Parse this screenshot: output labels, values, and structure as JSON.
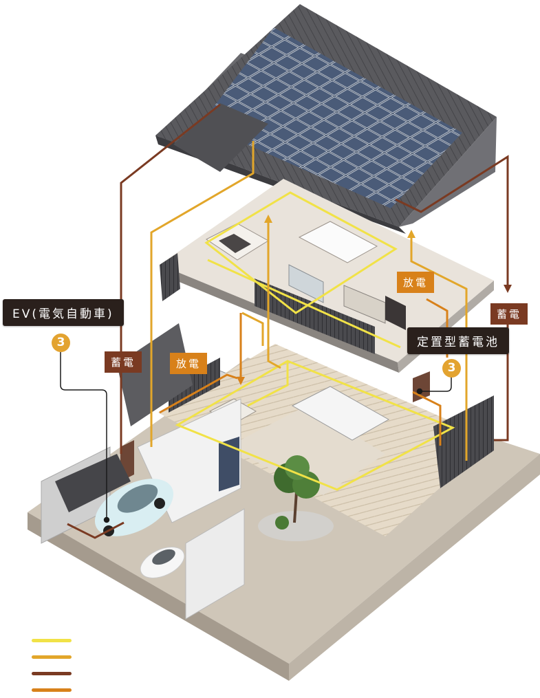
{
  "labels": {
    "ev": "EV(電気自動車)",
    "ev_badge": "3",
    "battery": "定置型蓄電池",
    "battery_badge": "3",
    "charge_left": "蓄電",
    "discharge_left": "放電",
    "discharge_right": "放電",
    "charge_right": "蓄電"
  },
  "colors": {
    "solar_line": "#f1e247",
    "discharge_line": "#e2a62a",
    "charge_line": "#7a3a22",
    "power_line": "#d8811a",
    "label_brown": "#7a3a22",
    "label_orange": "#d8811a",
    "label_dark": "#2a201c",
    "badge": "#e3a330"
  },
  "legend": [
    {
      "color": "#f1e247"
    },
    {
      "color": "#e2a62a"
    },
    {
      "color": "#7a3a22"
    },
    {
      "color": "#d8811a"
    }
  ]
}
